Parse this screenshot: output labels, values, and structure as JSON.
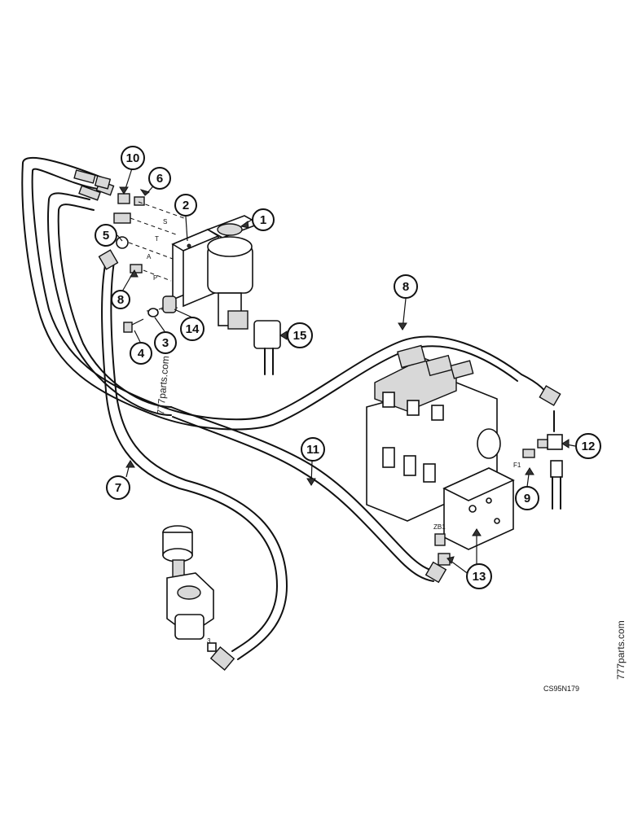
{
  "callouts": [
    {
      "id": "1",
      "label": "1"
    },
    {
      "id": "2",
      "label": "2"
    },
    {
      "id": "3",
      "label": "3"
    },
    {
      "id": "4",
      "label": "4"
    },
    {
      "id": "5",
      "label": "5"
    },
    {
      "id": "6",
      "label": "6"
    },
    {
      "id": "7",
      "label": "7"
    },
    {
      "id": "8",
      "label": "8"
    },
    {
      "id": "9",
      "label": "9"
    },
    {
      "id": "10",
      "label": "10"
    },
    {
      "id": "11",
      "label": "11"
    },
    {
      "id": "12",
      "label": "12"
    },
    {
      "id": "13",
      "label": "13"
    },
    {
      "id": "14",
      "label": "14"
    },
    {
      "id": "15",
      "label": "15"
    },
    {
      "id": "8b",
      "label": "8"
    }
  ],
  "ports": {
    "s": "S",
    "t": "T",
    "a": "A",
    "p": "P",
    "f1": "F1",
    "zb1": "ZB1",
    "joystick_port": "3"
  },
  "figure_code": "CS95N179",
  "watermarks": {
    "right": "777parts.com",
    "diagonal": "777parts.com"
  },
  "colors": {
    "ink": "#111111",
    "paper": "#ffffff"
  }
}
